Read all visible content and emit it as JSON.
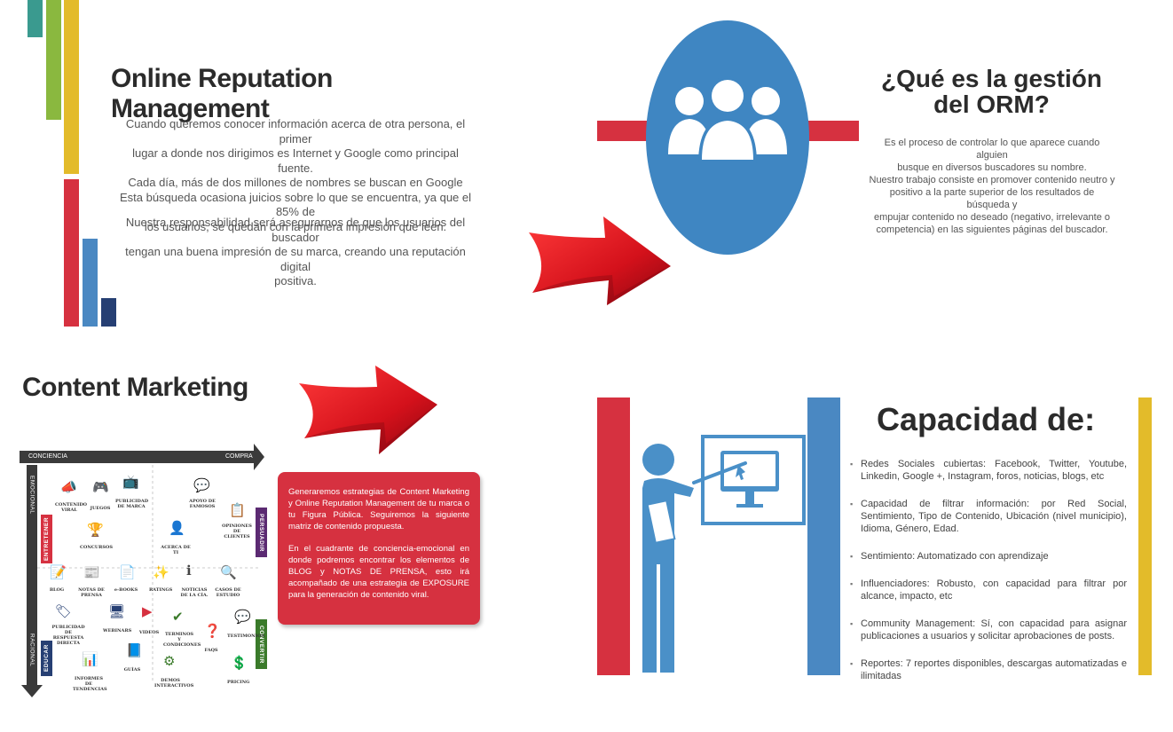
{
  "orm": {
    "title": "Online Reputation Management",
    "paragraph1_lines": [
      "Cuando queremos conocer información acerca de otra persona, el primer",
      "lugar a donde nos dirigimos es Internet y Google como principal fuente.",
      "Cada día, más de dos millones de nombres se buscan en Google",
      "Esta búsqueda ocasiona juicios sobre lo que se encuentra, ya que el 85% de",
      "los usuarios, se quedan con la primera impresión que leen."
    ],
    "paragraph2_lines": [
      "Nuestra responsabilidad será asegurarnos de que los usuarios del buscador",
      "tengan una buena impresión de su marca, creando una reputación digital",
      "positiva."
    ]
  },
  "que": {
    "title_line1": "¿Qué es la gestión",
    "title_line2": "del ORM?",
    "lines": [
      "Es el proceso de controlar lo que aparece cuando alguien",
      "busque en diversos buscadores su nombre.",
      "Nuestro trabajo consiste en promover contenido neutro y",
      "positivo a la parte superior de los resultados de búsqueda y",
      "empujar contenido no deseado (negativo, irrelevante o",
      "competencia) en las siguientes páginas del buscador."
    ]
  },
  "content_marketing": {
    "title": "Content Marketing",
    "box_p1": "Generaremos estrategias de Content Marketing y Online Reputation Management de tu marca o tu Figura Pública. Seguiremos la siguiente matriz de contenido propuesta.",
    "box_p2": "En el cuadrante de conciencia-emocional en donde podremos encontrar los elementos de BLOG y NOTAS DE PRENSA, esto irá acompañado de una estrategia de EXPOSURE para la generación de contenido viral."
  },
  "matrix": {
    "top_left": "CONCIENCIA",
    "top_right": "COMPRA",
    "left_top": "EMOCIONAL",
    "left_bottom": "RACIONAL",
    "tag_entretener": "ENTRETENER",
    "tag_educar": "EDUCAR",
    "tag_persuadir": "PERSUADIR",
    "tag_convertir": "CONVERTIR",
    "items": {
      "contenido_viral": "CONTENIDO VIRAL",
      "juegos": "JUEGOS",
      "publicidad_marca": "PUBLICIDAD DE MARCA",
      "apoyo_famosos": "APOYO DE FAMOSOS",
      "concursos": "CONCURSOS",
      "acerca_de_ti": "ACERCA DE TI",
      "opiniones": "OPINIONES DE CLIENTES",
      "blog": "BLOG",
      "notas_prensa": "NOTAS DE PRENSA",
      "ebooks": "e-BOOKS",
      "ratings": "RATINGS",
      "noticias": "NOTICIAS DE LA CÍA.",
      "casos": "CASOS DE ESTUDIO",
      "publicidad_directa": "PUBLICIDAD DE RESPUESTA DIRECTA",
      "webinars": "WEBINARS",
      "videos": "VIDEOS",
      "terminos": "TERMINOS Y CONDICIONES",
      "faqs": "FAQS",
      "testimonios": "TESTIMONIOS",
      "informes": "INFORMES DE TENDENCIAS",
      "guias": "GUÍAS",
      "demos": "DEMOS INTERACTIVOS",
      "pricing": "PRICING"
    }
  },
  "capacidad": {
    "title": "Capacidad de:",
    "items": [
      "Redes Sociales cubiertas: Facebook, Twitter, Youtube, Linkedin, Google +, Instagram, foros, noticias, blogs, etc",
      "Capacidad de filtrar información: por Red Social, Sentimiento, Tipo de Contenido, Ubicación (nivel municipio), Idioma, Género, Edad.",
      "Sentimiento: Automatizado con aprendizaje",
      "Influenciadores: Robusto, con capacidad para filtrar por alcance, impacto, etc",
      "Community Management: Sí, con capacidad para asignar publicaciones a usuarios y solicitar aprobaciones de posts.",
      "Reportes: 7 reportes disponibles, descargas automatizadas e ilimitadas"
    ]
  },
  "colors": {
    "teal": "#3a9a8f",
    "green": "#8ab83f",
    "yellow": "#e3bb2a",
    "red": "#d63140",
    "blue": "#4a88c2",
    "navy": "#263f73",
    "dark": "#2b2b2b"
  }
}
